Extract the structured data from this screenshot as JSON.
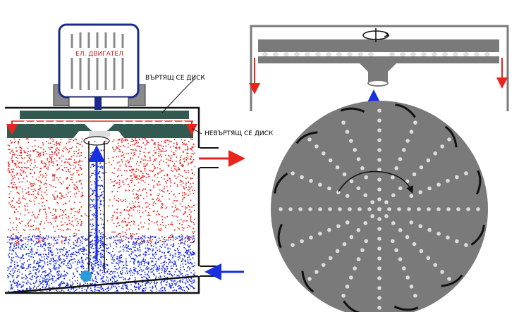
{
  "labels": {
    "motor": "ЕЛ. ДВИГАТЕЛ",
    "rotating_disk": "ВЪРТЯЩ СЕ ДИСК",
    "non_rotating_disk": "НЕВЪРТЯЩ СЕ ДИСК"
  },
  "colors": {
    "hot": "#e8241c",
    "cold": "#1a2fe0",
    "disk": "#335a50",
    "gray": "#7a7a7a",
    "dots": "#dddddd",
    "motor_frame": "#1a2a8a"
  },
  "icons": [
    "rotation-arrow-icon",
    "flow-arrow-icon"
  ]
}
